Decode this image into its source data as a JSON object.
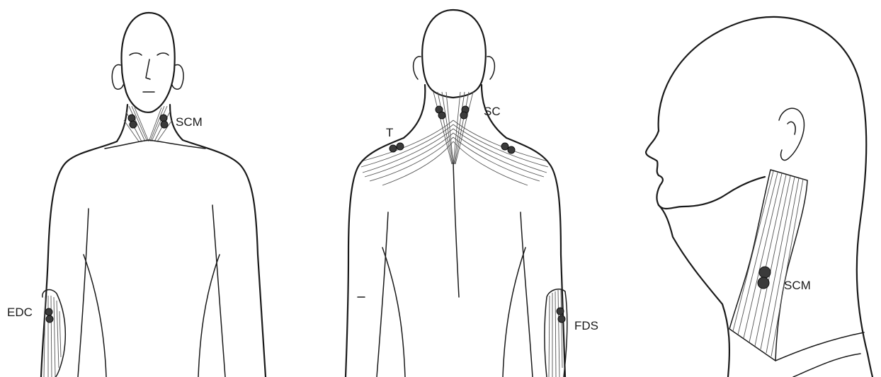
{
  "figures": [
    {
      "view": "anterior",
      "labels": {
        "scm": "SCM",
        "edc": "EDC"
      }
    },
    {
      "view": "posterior",
      "labels": {
        "trapezius": "T",
        "splenius_capitis": "SC",
        "fds": "FDS"
      }
    },
    {
      "view": "lateral",
      "labels": {
        "scm": "SCM"
      }
    }
  ],
  "colors": {
    "line": "#1a1a1a",
    "electrode": "#3a3a3a",
    "background": "#ffffff"
  }
}
